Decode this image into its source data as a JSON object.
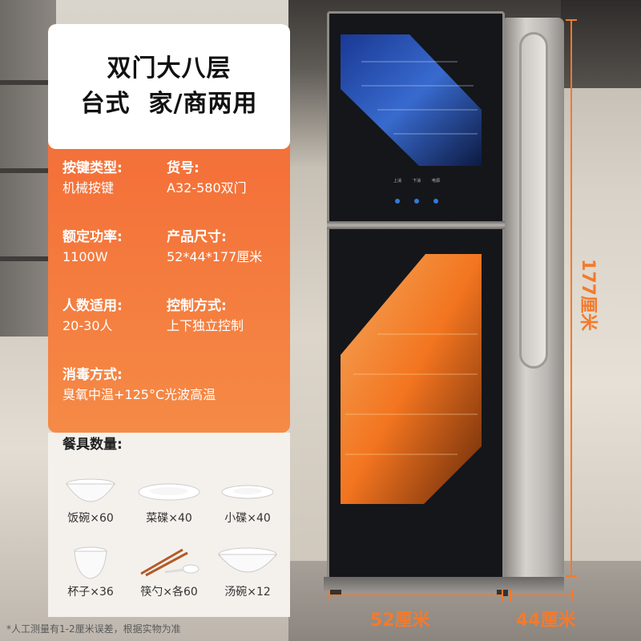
{
  "headline": {
    "line1": "双门大八层",
    "line2": "台式  家/商两用"
  },
  "specs": [
    {
      "label": "按键类型:",
      "value": "机械按键"
    },
    {
      "label": "货号:",
      "value": "A32-580双门"
    },
    {
      "label": "额定功率:",
      "value": "1100W"
    },
    {
      "label": "产品尺寸:",
      "value": "52*44*177厘米"
    },
    {
      "label": "人数适用:",
      "value": "20-30人"
    },
    {
      "label": "控制方式:",
      "value": "上下独立控制"
    },
    {
      "label": "消毒方式:",
      "value": "臭氧中温+125°C光波高温"
    }
  ],
  "tableware": {
    "title": "餐具数量:",
    "items": [
      {
        "label": "饭碗×60",
        "icon": "rice-bowl-icon"
      },
      {
        "label": "菜碟×40",
        "icon": "dish-plate-icon"
      },
      {
        "label": "小碟×40",
        "icon": "small-plate-icon"
      },
      {
        "label": "杯子×36",
        "icon": "cup-icon"
      },
      {
        "label": "筷勺×各60",
        "icon": "chopsticks-spoon-icon"
      },
      {
        "label": "汤碗×12",
        "icon": "soup-bowl-icon"
      }
    ]
  },
  "footnote": "*人工测量有1-2厘米误差，根据实物为准",
  "dimensions": {
    "height": "177厘米",
    "width": "52厘米",
    "depth": "44厘米"
  },
  "controls": [
    "上消",
    "下消",
    "电源"
  ],
  "colors": {
    "accent": "#f47a2c",
    "card_orange": "#f4733a",
    "upper_light": "#3a6fd8",
    "lower_light": "#ff7a20"
  }
}
